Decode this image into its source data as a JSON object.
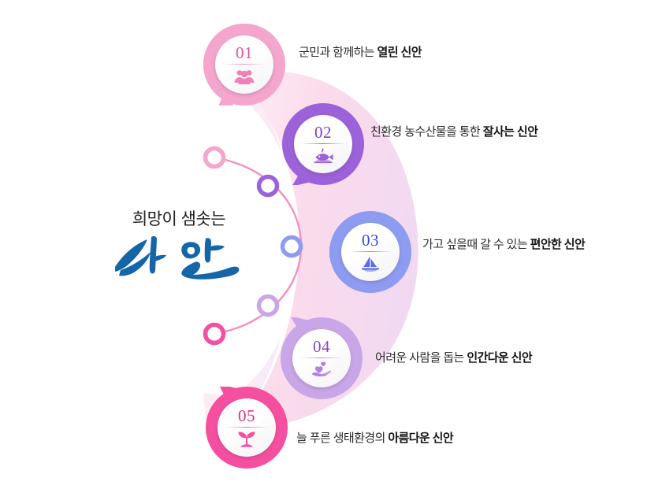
{
  "logo": {
    "tagline": "희망이 샘솟는",
    "wordmark": "신안",
    "color": "#1566a8"
  },
  "palette": {
    "step1": "#f4a6cc",
    "step2": "#9b62d9",
    "step3": "#8d9cf0",
    "step4": "#c9a6e8",
    "step5": "#f54fa0",
    "arc": "#f48fc2",
    "background_blush": "#fbdcea"
  },
  "steps": [
    {
      "number": "01",
      "icon": "people-group-icon",
      "color": "#f4a6cc",
      "text_plain": "군민과 함께하는 ",
      "text_bold": "열린 신안"
    },
    {
      "number": "02",
      "icon": "fish-platter-icon",
      "color": "#9b62d9",
      "text_plain": "친환경 농수산물을 통한 ",
      "text_bold": "잘사는 신안"
    },
    {
      "number": "03",
      "icon": "sailboat-icon",
      "color": "#8d9cf0",
      "text_plain": "가고 싶을때 갈 수 있는 ",
      "text_bold": "편안한 신안"
    },
    {
      "number": "04",
      "icon": "hand-heart-icon",
      "color": "#c9a6e8",
      "text_plain": "어려운 사람을 돕는 ",
      "text_bold": "인간다운 신안"
    },
    {
      "number": "05",
      "icon": "sprout-icon",
      "color": "#f54fa0",
      "text_plain": "늘 푸른 생태환경의 ",
      "text_bold": "아름다운 신안"
    }
  ]
}
